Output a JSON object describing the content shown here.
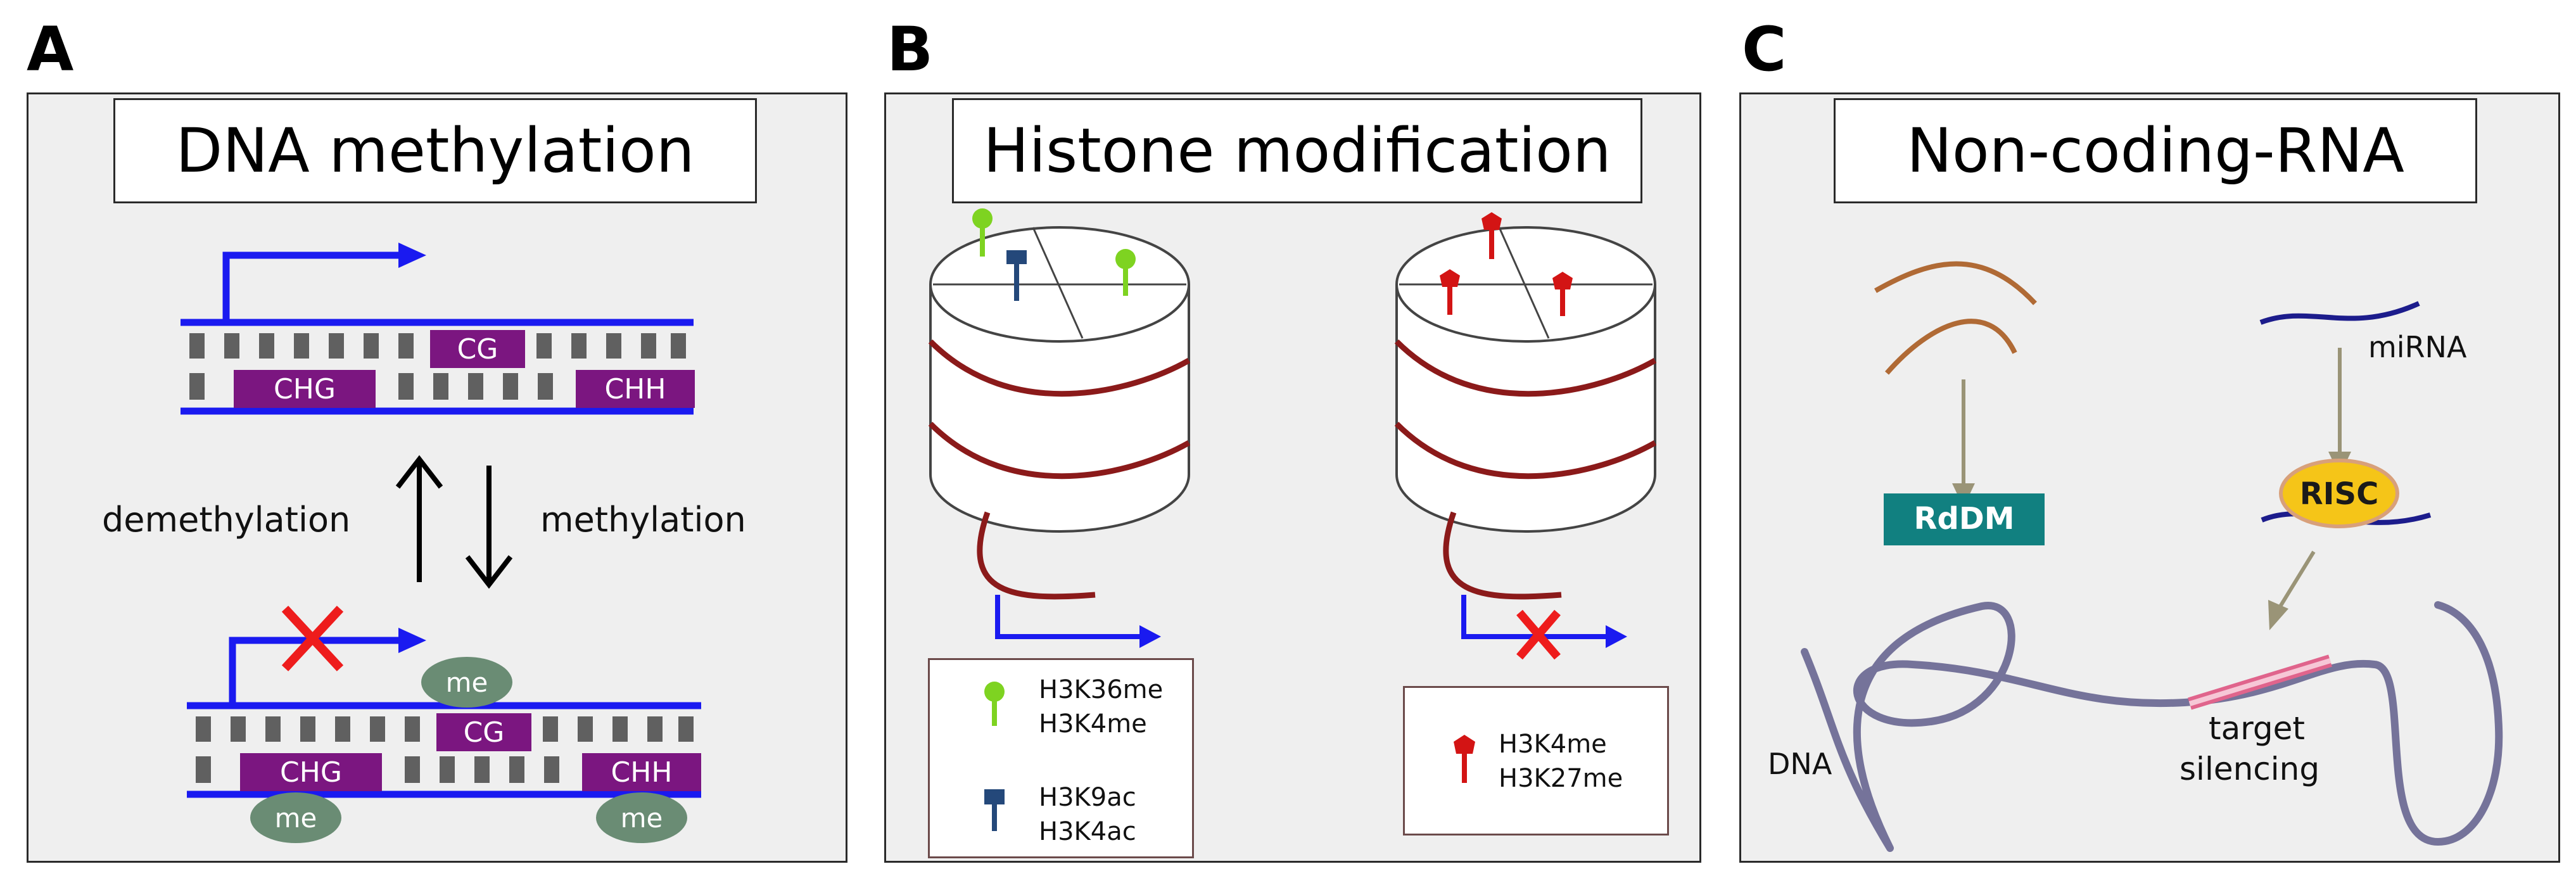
{
  "panel_a": {
    "letter": "A",
    "title": "DNA methylation",
    "top_strand": {
      "cg": "CG",
      "chg": "CHG",
      "chh": "CHH"
    },
    "bottom_strand": {
      "cg": "CG",
      "chg": "CHG",
      "chh": "CHH",
      "me": "me"
    },
    "arrow_left_label": "demethylation",
    "arrow_right_label": "methylation"
  },
  "panel_b": {
    "letter": "B",
    "title": "Histone modification",
    "legend_left": {
      "line1": "H3K36me",
      "line2": "H3K4me",
      "line3": "H3K9ac",
      "line4": "H3K4ac"
    },
    "legend_right": {
      "line1": "H3K4me",
      "line2": "H3K27me"
    }
  },
  "panel_c": {
    "letter": "C",
    "title": "Non-coding-RNA",
    "rddm": "RdDM",
    "risc": "RISC",
    "mirna": "miRNA",
    "dna": "DNA",
    "target_line1": "target",
    "target_line2": "silencing"
  },
  "colors": {
    "panel_bg": "#efefef",
    "dna_strand": "#1a1af0",
    "base_gray": "#606060",
    "motif_purple": "#7b1680",
    "me_green": "#6a8c74",
    "cross_red": "#ee1c1c",
    "histone_dna": "#8b1a1a",
    "mark_green": "#7ed321",
    "mark_navy": "#24487a",
    "mark_red": "#d31414",
    "rna_brown": "#b06a35",
    "arrow_gray": "#9a9477",
    "rddm_teal": "#118080",
    "risc_yellow": "#f5c518",
    "mirna_navy": "#1c1c8c",
    "dna_lavender": "#75739a",
    "target_pink": "#e0648c"
  }
}
